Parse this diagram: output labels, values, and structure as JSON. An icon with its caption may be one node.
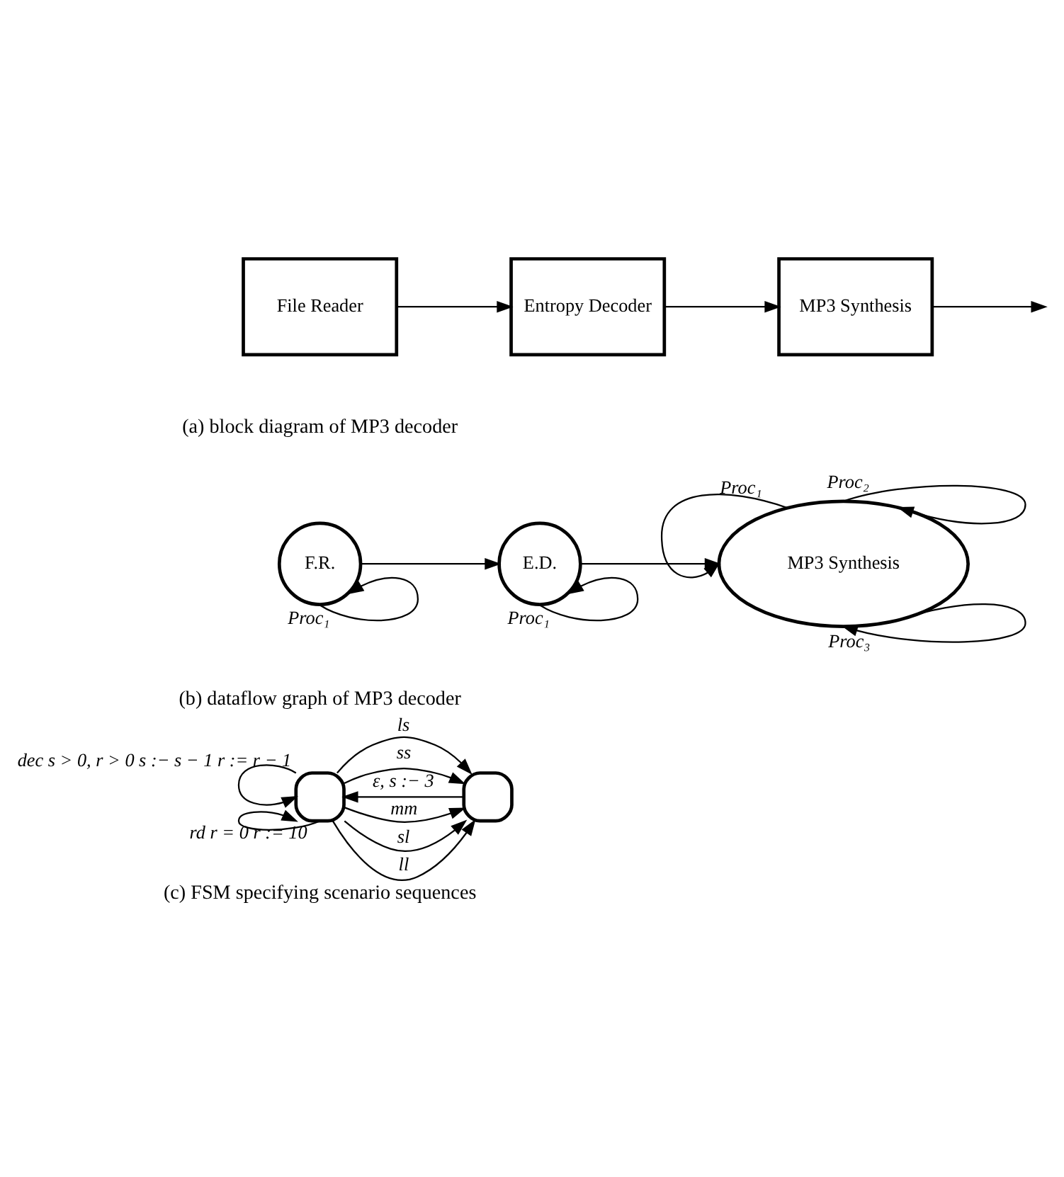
{
  "diagram": {
    "nodes": [
      {
        "text": [
          "File Reader"
        ]
      },
      {
        "text": [
          "Entropy Decoder"
        ]
      },
      {
        "text": [
          "MP3 Synthesis"
        ]
      },
      {
        "text": [
          "F.R."
        ]
      },
      {
        "text": [
          "E.D."
        ]
      },
      {
        "text": [
          "MP3 Synthesis"
        ]
      },
      {
        "text": [],
        "shape": "box"
      },
      {
        "text": [],
        "shape": "box"
      }
    ],
    "edges": [
      {
        "from": 0,
        "to": 1,
        "arrow": "to"
      },
      {
        "from": 1,
        "to": 2,
        "arrow": "to"
      },
      {
        "from": 2,
        "to": null,
        "arrow": "to"
      },
      {
        "from": 3,
        "to": 4,
        "arrow": "to"
      },
      {
        "from": 4,
        "to": 5,
        "arrow": "to"
      },
      {
        "from": 3,
        "to": 3,
        "arrow": "to",
        "label": "Proc₁"
      },
      {
        "from": 4,
        "to": 4,
        "arrow": "to",
        "label": "Proc₁"
      },
      {
        "from": 5,
        "to": 5,
        "arrow": "to",
        "label": "Proc₁"
      },
      {
        "from": 5,
        "to": 5,
        "arrow": "to",
        "label": "Proc₂"
      },
      {
        "from": 5,
        "to": 5,
        "arrow": "to",
        "label": "Proc₃"
      },
      {
        "from": 7,
        "to": 6,
        "arrow": "to",
        "label": "ε, s :− 3"
      },
      {
        "from": 6,
        "to": 7,
        "arrow": "to",
        "label": "ss"
      },
      {
        "from": 6,
        "to": 7,
        "arrow": "to",
        "label": "sl"
      },
      {
        "from": 6,
        "to": 7,
        "arrow": "to",
        "label": "ls"
      },
      {
        "from": 6,
        "to": 7,
        "arrow": "to",
        "label": "ll"
      },
      {
        "from": 6,
        "to": 7,
        "arrow": "to",
        "label": "mm"
      },
      {
        "from": 6,
        "to": 6,
        "arrow": "to",
        "label": "dec s > 0, r > 0 s :− s − 1 r := r − 1"
      },
      {
        "from": 6,
        "to": 6,
        "arrow": "to",
        "label": "rd r = 0 r := 10"
      }
    ],
    "labels": [
      "(a) block diagram of MP3 decoder",
      "(b) dataflow graph of MP3 decoder",
      "(c) FSM specifying scenario sequences"
    ]
  }
}
